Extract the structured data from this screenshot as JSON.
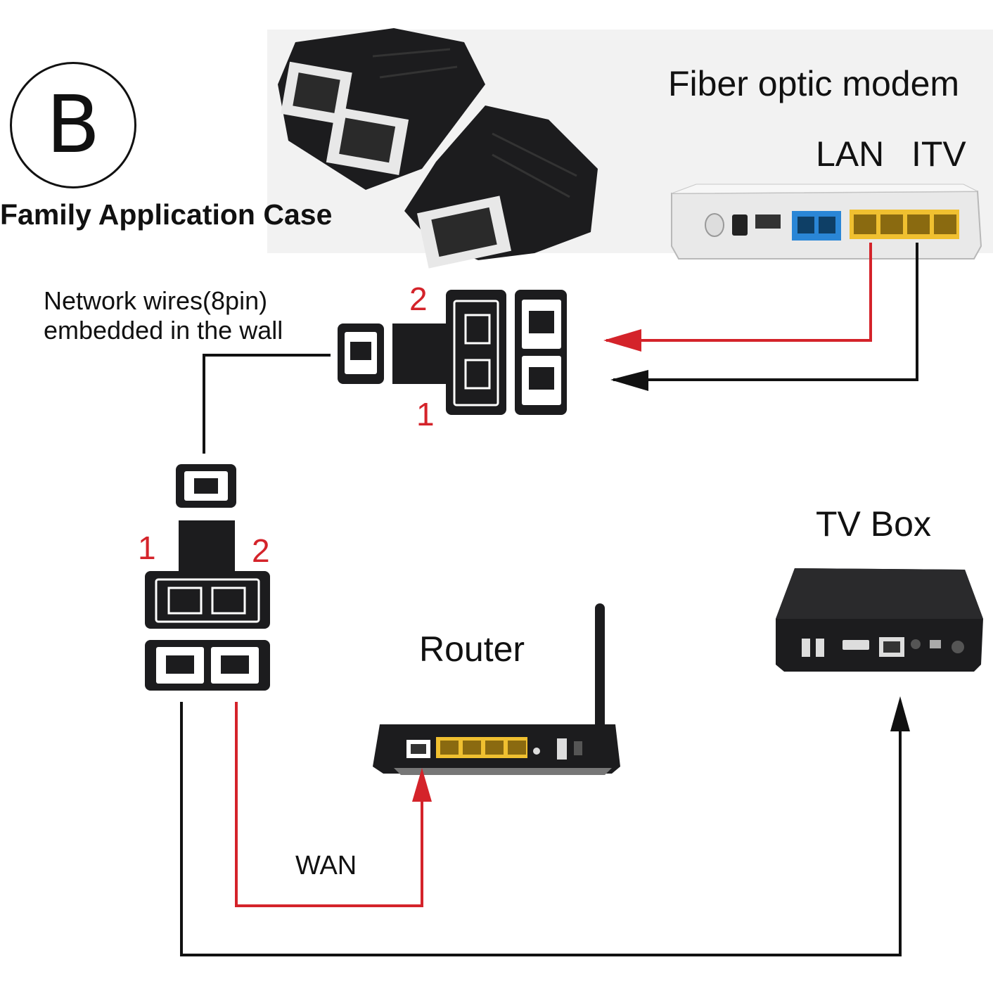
{
  "badge": {
    "letter": "B"
  },
  "title": "Family Application Case",
  "wall": {
    "line1": "Network wires(8pin)",
    "line2": "embedded in the wall"
  },
  "modem": {
    "label": "Fiber optic modem",
    "port_lan": "LAN",
    "port_itv": "ITV"
  },
  "splitter_top": {
    "port_1": "1",
    "port_2": "2"
  },
  "splitter_bottom": {
    "port_1": "1",
    "port_2": "2"
  },
  "router": {
    "label": "Router",
    "wan_label": "WAN"
  },
  "tvbox": {
    "label": "TV Box"
  },
  "colors": {
    "red_line": "#d4232a",
    "black_line": "#111111",
    "device_dark": "#1c1c1e",
    "port_yellow": "#f0c030",
    "port_blue": "#2a86d6"
  }
}
